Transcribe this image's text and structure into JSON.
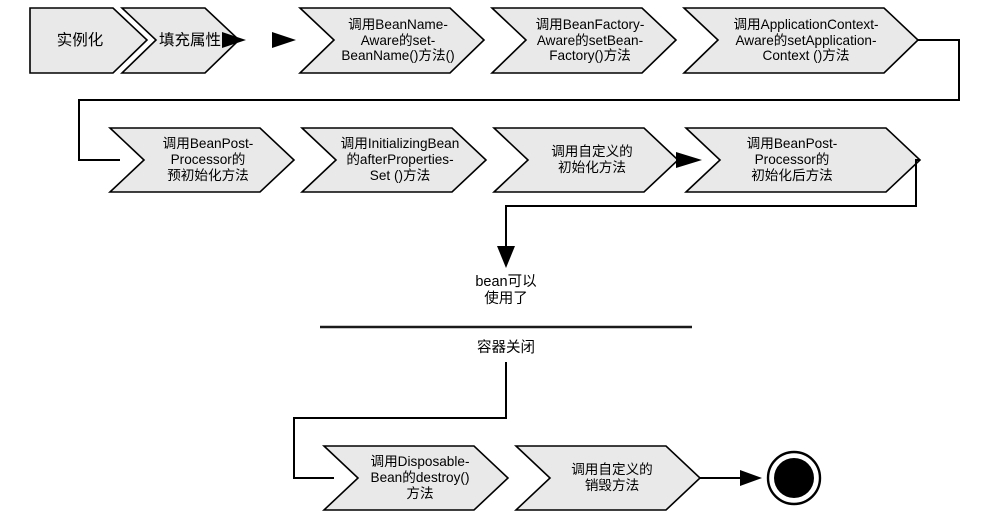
{
  "diagram": {
    "title": "Spring Bean 生命周期流程图",
    "type": "flowchart",
    "background_color": "#ffffff",
    "node_fill_color": "#e9e9e9",
    "node_border_color": "#000000",
    "connector_color": "#000000"
  },
  "rows": {
    "row1": [
      {
        "id": "n1",
        "label": "实例化",
        "lines": 1
      },
      {
        "id": "n2",
        "label": "填充属性",
        "lines": 1
      },
      {
        "id": "n3",
        "label": "调用BeanName-\nAware的set-\nBeanName()方法()",
        "lines": 3
      },
      {
        "id": "n4",
        "label": "调用BeanFactory-\nAware的setBean-\nFactory()方法",
        "lines": 3
      },
      {
        "id": "n5",
        "label": "调用ApplicationContext-\nAware的setApplication-\nContext ()方法",
        "lines": 3
      }
    ],
    "row2": [
      {
        "id": "n6",
        "label": "调用BeanPost-\nProcessor的\n预初始化方法",
        "lines": 3
      },
      {
        "id": "n7",
        "label": "调用InitializingBean\n的afterProperties-\nSet ()方法",
        "lines": 3
      },
      {
        "id": "n8",
        "label": "调用自定义的\n初始化方法",
        "lines": 2
      },
      {
        "id": "n9",
        "label": "调用BeanPost-\nProcessor的\n初始化后方法",
        "lines": 3
      }
    ],
    "row3": [
      {
        "id": "n10",
        "label": "调用Disposable-\nBean的destroy()\n方法",
        "lines": 3
      },
      {
        "id": "n11",
        "label": "调用自定义的\n销毁方法",
        "lines": 2
      }
    ]
  },
  "middle": {
    "ready_label": "bean可以\n使用了",
    "shutdown_label": "容器关闭"
  },
  "terminal": {
    "name": "final-state",
    "label": ""
  }
}
